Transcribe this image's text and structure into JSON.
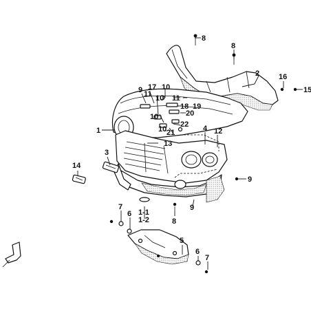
{
  "diagram": {
    "callouts": [
      {
        "id": "c8a",
        "text": "8"
      },
      {
        "id": "c8b",
        "text": "8"
      },
      {
        "id": "c2",
        "text": "2"
      },
      {
        "id": "c16",
        "text": "16"
      },
      {
        "id": "c15",
        "text": "15"
      },
      {
        "id": "c9a",
        "text": "9"
      },
      {
        "id": "c11a",
        "text": "11"
      },
      {
        "id": "c17",
        "text": "17"
      },
      {
        "id": "c10a",
        "text": "10"
      },
      {
        "id": "c10b",
        "text": "10"
      },
      {
        "id": "c11b",
        "text": "11"
      },
      {
        "id": "c18",
        "text": "18"
      },
      {
        "id": "c19",
        "text": "19"
      },
      {
        "id": "c20",
        "text": "20"
      },
      {
        "id": "c10c",
        "text": "10"
      },
      {
        "id": "c22",
        "text": "22"
      },
      {
        "id": "c10d",
        "text": "10"
      },
      {
        "id": "c21",
        "text": "21"
      },
      {
        "id": "c1",
        "text": "1"
      },
      {
        "id": "c4",
        "text": "4"
      },
      {
        "id": "c12",
        "text": "12"
      },
      {
        "id": "c13",
        "text": "13"
      },
      {
        "id": "c3",
        "text": "3"
      },
      {
        "id": "c14",
        "text": "14"
      },
      {
        "id": "c9b",
        "text": "9"
      },
      {
        "id": "c9c",
        "text": "9"
      },
      {
        "id": "c8c",
        "text": "8"
      },
      {
        "id": "c7a",
        "text": "7"
      },
      {
        "id": "c6a",
        "text": "6"
      },
      {
        "id": "c1-1",
        "text": "1-1"
      },
      {
        "id": "c1-2",
        "text": "1-2"
      },
      {
        "id": "c5",
        "text": "5"
      },
      {
        "id": "c6b",
        "text": "6"
      },
      {
        "id": "c7b",
        "text": "7"
      }
    ]
  }
}
